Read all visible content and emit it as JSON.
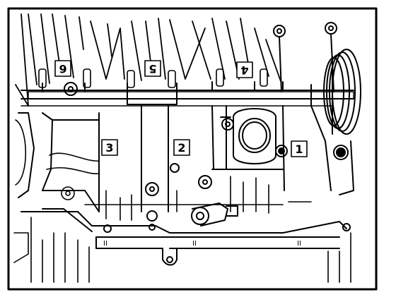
{
  "figure": {
    "subject": "engine cylinder block with numbered reference points",
    "border_color": "#000000",
    "line_color": "#000000",
    "background": "#ffffff"
  },
  "callouts": [
    {
      "id": "callout-1",
      "label": "1",
      "inverted": false
    },
    {
      "id": "callout-2",
      "label": "2",
      "inverted": false
    },
    {
      "id": "callout-3",
      "label": "3",
      "inverted": false
    },
    {
      "id": "callout-4",
      "label": "4",
      "inverted": true
    },
    {
      "id": "callout-5",
      "label": "5",
      "inverted": true
    },
    {
      "id": "callout-6",
      "label": "6",
      "inverted": true
    }
  ],
  "skirt_marks": [
    "II",
    "II",
    "II"
  ]
}
